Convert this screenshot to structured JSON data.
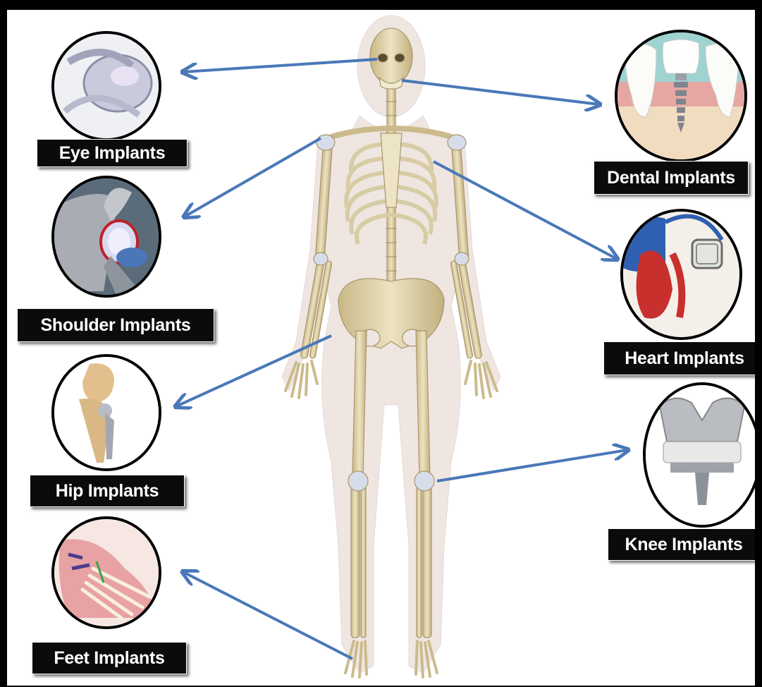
{
  "labels": {
    "eye": "Eye Implants",
    "dental": "Dental Implants",
    "shoulder": "Shoulder Implants",
    "heart": "Heart Implants",
    "hip": "Hip Implants",
    "knee": "Knee Implants",
    "feet": "Feet Implants"
  },
  "colors": {
    "arrow": "#4a78b8",
    "bone": "#e6dcb8",
    "bone_shadow": "#b9a878",
    "silhouette": "#efe6e2",
    "label_bg": "#0b0b0b",
    "label_text": "#ffffff"
  }
}
